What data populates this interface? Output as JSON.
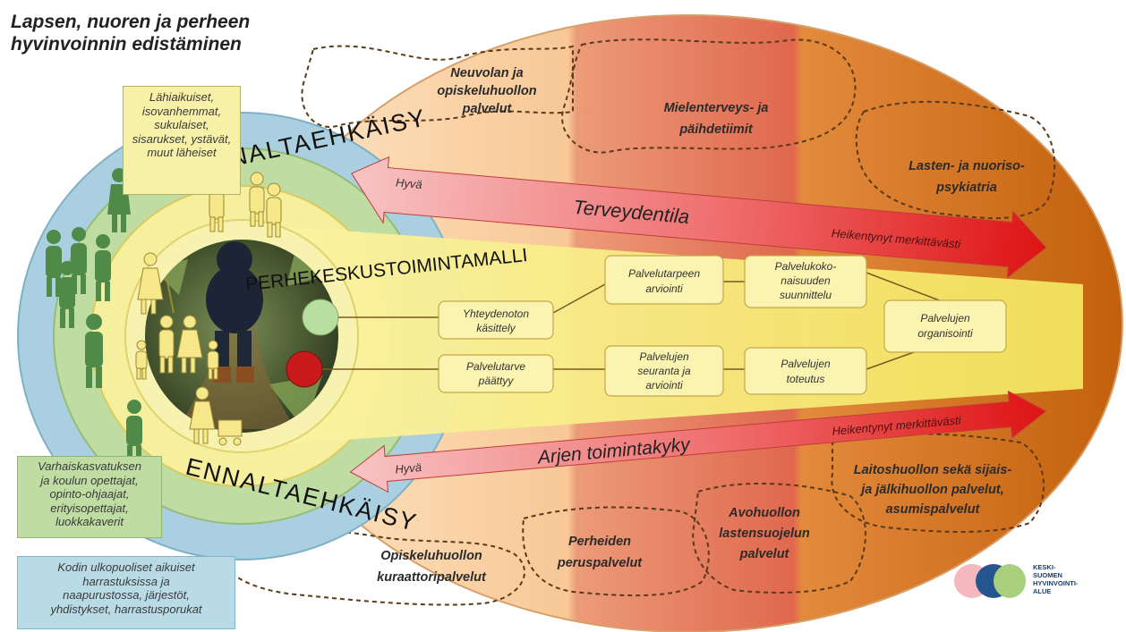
{
  "title": [
    "Lapsen, nuoren ja perheen",
    "hyvinvoinnin edistäminen"
  ],
  "callouts": {
    "close_people": [
      "Lähiaikuiset,",
      "isovanhemmat,",
      "sukulaiset,",
      "sisarukset, ystävät,",
      "muut läheiset"
    ],
    "school_people": [
      "Varhaiskasvatuksen",
      "ja koulun opettajat,",
      "opinto-ohjaajat,",
      "erityisopettajat,",
      "luokkakaverit"
    ],
    "community_people": [
      "Kodin ulkopuoliset aikuiset",
      "harrastuksissa ja",
      "naapurustossa, järjestöt,",
      "yhdistykset, harrastusporukat"
    ]
  },
  "rings": {
    "prevention_top": "ENNALTAEHKÄISY",
    "prevention_bottom": "ENNALTAEHKÄISY",
    "model": "PERHEKESKUSTOIMINTAMALLI"
  },
  "services": {
    "neuvola": [
      "Neuvolan ja",
      "opiskeluhuollon",
      "palvelut"
    ],
    "mental": [
      "Mielenterveys- ja",
      "päihdetiimit"
    ],
    "psychiatry": [
      "Lasten- ja nuoriso-",
      "psykiatria"
    ],
    "kuraattori": [
      "Opiskeluhuollon",
      "kuraattoripalvelut"
    ],
    "basic": [
      "Perheiden",
      "peruspalvelut"
    ],
    "child_protection": [
      "Avohuollon",
      "lastensuojelun",
      "palvelut"
    ],
    "institutional": [
      "Laitoshuollon sekä sijais-",
      "ja jälkihuollon palvelut,",
      "asumispalvelut"
    ]
  },
  "arrows": {
    "health": {
      "start": "Hyvä",
      "label": "Terveydentila",
      "end": "Heikentynyt merkittävästi"
    },
    "function": {
      "start": "Hyvä",
      "label": "Arjen toimintakyky",
      "end": "Heikentynyt merkittävästi"
    }
  },
  "process_boxes": {
    "contact": [
      "Yhteydenoton",
      "käsittely"
    ],
    "ended": [
      "Palvelutarve",
      "päättyy"
    ],
    "assessment": [
      "Palvelutarpeen",
      "arviointi"
    ],
    "followup": [
      "Palvelujen",
      "seuranta ja",
      "arviointi"
    ],
    "planning": [
      "Palvelukoko-",
      "naisuuden",
      "suunnittelu"
    ],
    "implementation": [
      "Palvelujen",
      "toteutus"
    ],
    "organizing": [
      "Palvelujen",
      "organisointi"
    ]
  },
  "logo": {
    "lines": [
      "KESKI-",
      "SUOMEN",
      "HYVINVOINTI-",
      "ALUE"
    ]
  },
  "colors": {
    "start_circle": "#b9dfa0",
    "end_circle": "#c81a1a",
    "arrow_good": "#f5b5b5",
    "arrow_bad": "#e01818",
    "ellipse_left": "#fbe0bc",
    "ellipse_right": "#c7600a"
  }
}
